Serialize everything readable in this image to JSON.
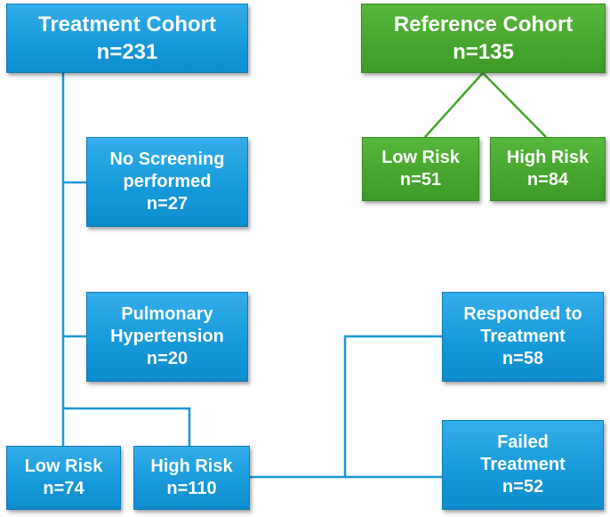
{
  "colors": {
    "blue_box": "#1598da",
    "green_box": "#46a52e",
    "blue_line": "#1598da",
    "green_line": "#46a52e",
    "text": "#ffffff"
  },
  "treatment_cohort": {
    "title": "Treatment Cohort",
    "count": "n=231"
  },
  "reference_cohort": {
    "title": "Reference Cohort",
    "count": "n=135"
  },
  "no_screening": {
    "line1": "No Screening",
    "line2": "performed",
    "count": "n=27"
  },
  "pulmonary_hypertension": {
    "line1": "Pulmonary",
    "line2": "Hypertension",
    "count": "n=20"
  },
  "treatment_low_risk": {
    "title": "Low Risk",
    "count": "n=74"
  },
  "treatment_high_risk": {
    "title": "High Risk",
    "count": "n=110"
  },
  "responded": {
    "line1": "Responded to",
    "line2": "Treatment",
    "count": "n=58"
  },
  "failed": {
    "line1": "Failed",
    "line2": "Treatment",
    "count": "n=52"
  },
  "reference_low_risk": {
    "title": "Low Risk",
    "count": "n=51"
  },
  "reference_high_risk": {
    "title": "High Risk",
    "count": "n=84"
  }
}
